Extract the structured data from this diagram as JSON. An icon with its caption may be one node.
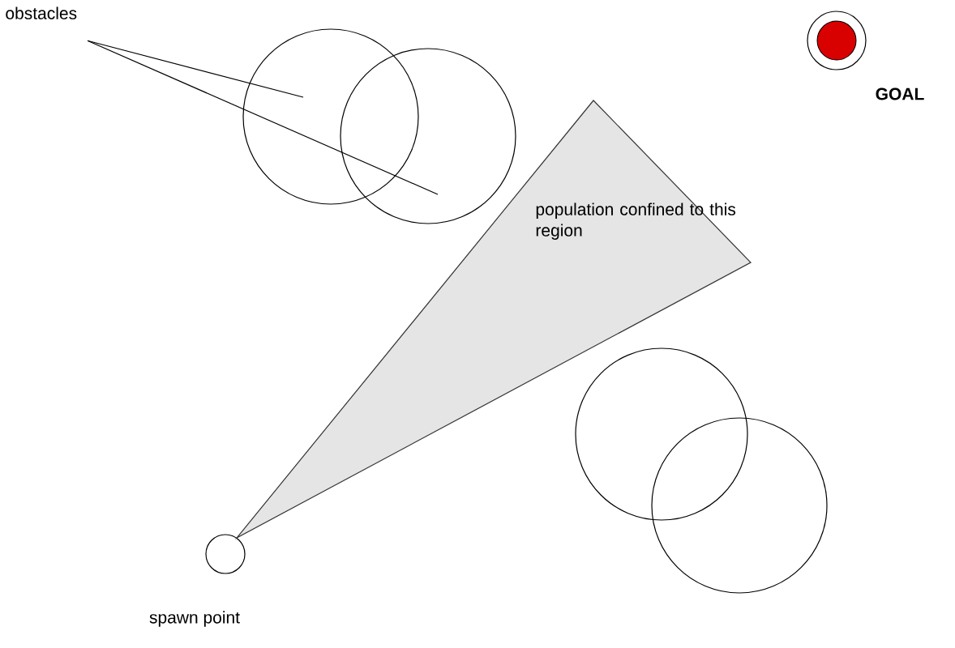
{
  "diagram": {
    "nodes": [
      {
        "text": [
          "obstacles"
        ]
      },
      {
        "text": [],
        "shape": "circle"
      },
      {
        "text": [],
        "shape": "circle"
      },
      {
        "text": [],
        "shape": "circle"
      },
      {
        "text": [],
        "shape": "circle"
      },
      {
        "text": [],
        "shape": "circle",
        "beside": [
          "GOAL"
        ]
      },
      {
        "text": [],
        "shape": "circle",
        "beside": [
          "spawn point"
        ]
      },
      {
        "text": [
          "population confined to this region"
        ]
      }
    ],
    "edges": [
      {
        "from": 0,
        "to": 1,
        "arrow": "none"
      },
      {
        "from": 0,
        "to": 2,
        "arrow": "none"
      }
    ]
  }
}
